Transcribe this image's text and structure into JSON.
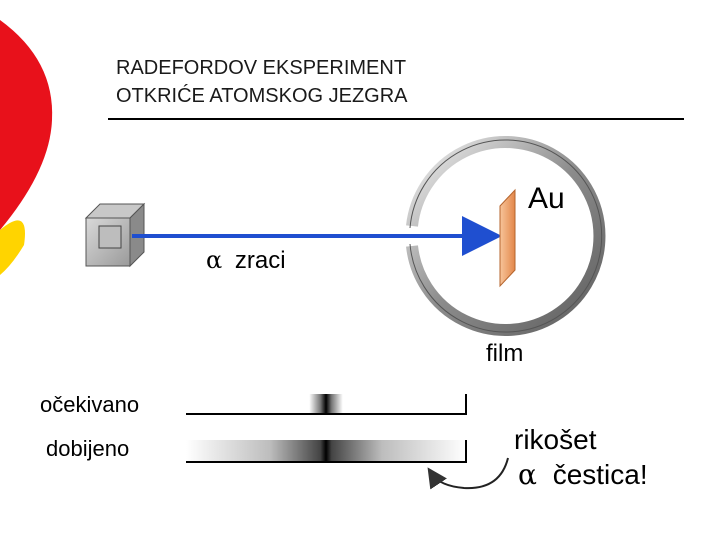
{
  "slide": {
    "title_line1": "RADEFORDOV EKSPERIMENT",
    "title_line2": "OTKRIĆE ATOMSKOG JEZGRA",
    "accent_colors": {
      "red": "#e8111b",
      "yellow": "#ffd400"
    }
  },
  "diagram": {
    "beam_label_symbol": "α",
    "beam_label_text": "zraci",
    "foil_label": "Au",
    "screen_label": "film",
    "expected_label": "očekivano",
    "observed_label": "dobijeno",
    "rebound_line1": "rikošet",
    "rebound_symbol": "α",
    "rebound_line2": "čestica!",
    "colors": {
      "beam": "#1f4fd0",
      "foil": "#f0a060",
      "ring": "#8a8a8a"
    }
  }
}
